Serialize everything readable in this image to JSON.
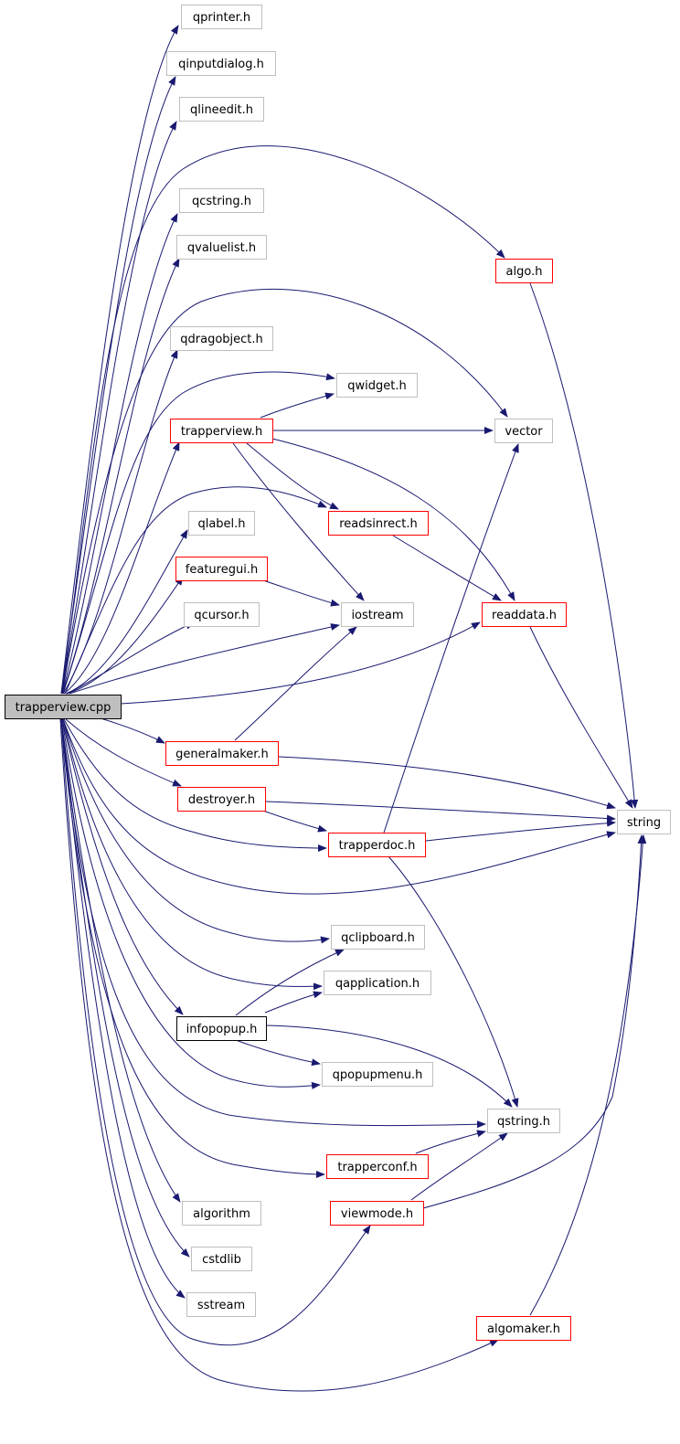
{
  "graph": {
    "colors": {
      "edge": "#191970",
      "border_plain": "#bfbfbf",
      "border_red": "#ff0000",
      "border_black": "#000000",
      "root_fill": "#bfbfbf",
      "fill": "#ffffff"
    },
    "nodes": [
      {
        "id": "trapperview_cpp",
        "label": "trapperview.cpp",
        "style": "root"
      },
      {
        "id": "qprinter",
        "label": "qprinter.h",
        "style": "plain"
      },
      {
        "id": "qinputdialog",
        "label": "qinputdialog.h",
        "style": "plain"
      },
      {
        "id": "qlineedit",
        "label": "qlineedit.h",
        "style": "plain"
      },
      {
        "id": "qcstring",
        "label": "qcstring.h",
        "style": "plain"
      },
      {
        "id": "qvaluelist",
        "label": "qvaluelist.h",
        "style": "plain"
      },
      {
        "id": "qdragobject",
        "label": "qdragobject.h",
        "style": "plain"
      },
      {
        "id": "qwidget",
        "label": "qwidget.h",
        "style": "plain"
      },
      {
        "id": "algo",
        "label": "algo.h",
        "style": "red"
      },
      {
        "id": "trapperview_h",
        "label": "trapperview.h",
        "style": "red"
      },
      {
        "id": "vector",
        "label": "vector",
        "style": "plain"
      },
      {
        "id": "qlabel",
        "label": "qlabel.h",
        "style": "plain"
      },
      {
        "id": "readsinrect",
        "label": "readsinrect.h",
        "style": "red"
      },
      {
        "id": "featuregui",
        "label": "featuregui.h",
        "style": "red"
      },
      {
        "id": "qcursor",
        "label": "qcursor.h",
        "style": "plain"
      },
      {
        "id": "iostream",
        "label": "iostream",
        "style": "plain"
      },
      {
        "id": "readdata",
        "label": "readdata.h",
        "style": "red"
      },
      {
        "id": "generalmaker",
        "label": "generalmaker.h",
        "style": "red"
      },
      {
        "id": "destroyer",
        "label": "destroyer.h",
        "style": "red"
      },
      {
        "id": "string",
        "label": "string",
        "style": "plain"
      },
      {
        "id": "trapperdoc",
        "label": "trapperdoc.h",
        "style": "red"
      },
      {
        "id": "qclipboard",
        "label": "qclipboard.h",
        "style": "plain"
      },
      {
        "id": "qapplication",
        "label": "qapplication.h",
        "style": "plain"
      },
      {
        "id": "infopopup",
        "label": "infopopup.h",
        "style": "black"
      },
      {
        "id": "qpopupmenu",
        "label": "qpopupmenu.h",
        "style": "plain"
      },
      {
        "id": "qstring",
        "label": "qstring.h",
        "style": "plain"
      },
      {
        "id": "trapperconf",
        "label": "trapperconf.h",
        "style": "red"
      },
      {
        "id": "algorithm",
        "label": "algorithm",
        "style": "plain"
      },
      {
        "id": "viewmode",
        "label": "viewmode.h",
        "style": "red"
      },
      {
        "id": "cstdlib",
        "label": "cstdlib",
        "style": "plain"
      },
      {
        "id": "sstream",
        "label": "sstream",
        "style": "plain"
      },
      {
        "id": "algomaker",
        "label": "algomaker.h",
        "style": "red"
      }
    ],
    "edges": [
      {
        "from": "trapperview_cpp",
        "to": "qprinter"
      },
      {
        "from": "trapperview_cpp",
        "to": "qinputdialog"
      },
      {
        "from": "trapperview_cpp",
        "to": "qlineedit"
      },
      {
        "from": "trapperview_cpp",
        "to": "algo"
      },
      {
        "from": "trapperview_cpp",
        "to": "qcstring"
      },
      {
        "from": "trapperview_cpp",
        "to": "qvaluelist"
      },
      {
        "from": "trapperview_cpp",
        "to": "vector"
      },
      {
        "from": "trapperview_cpp",
        "to": "qdragobject"
      },
      {
        "from": "trapperview_cpp",
        "to": "qwidget"
      },
      {
        "from": "trapperview_cpp",
        "to": "trapperview_h"
      },
      {
        "from": "trapperview_cpp",
        "to": "readsinrect"
      },
      {
        "from": "trapperview_cpp",
        "to": "qlabel"
      },
      {
        "from": "trapperview_cpp",
        "to": "featuregui"
      },
      {
        "from": "trapperview_cpp",
        "to": "qcursor"
      },
      {
        "from": "trapperview_cpp",
        "to": "iostream"
      },
      {
        "from": "trapperview_cpp",
        "to": "readdata"
      },
      {
        "from": "trapperview_cpp",
        "to": "generalmaker"
      },
      {
        "from": "trapperview_cpp",
        "to": "destroyer"
      },
      {
        "from": "trapperview_cpp",
        "to": "trapperdoc"
      },
      {
        "from": "trapperview_cpp",
        "to": "string"
      },
      {
        "from": "trapperview_cpp",
        "to": "qclipboard"
      },
      {
        "from": "trapperview_cpp",
        "to": "qapplication"
      },
      {
        "from": "trapperview_cpp",
        "to": "infopopup"
      },
      {
        "from": "trapperview_cpp",
        "to": "qpopupmenu"
      },
      {
        "from": "trapperview_cpp",
        "to": "qstring"
      },
      {
        "from": "trapperview_cpp",
        "to": "trapperconf"
      },
      {
        "from": "trapperview_cpp",
        "to": "algorithm"
      },
      {
        "from": "trapperview_cpp",
        "to": "viewmode"
      },
      {
        "from": "trapperview_cpp",
        "to": "cstdlib"
      },
      {
        "from": "trapperview_cpp",
        "to": "sstream"
      },
      {
        "from": "trapperview_cpp",
        "to": "algomaker"
      },
      {
        "from": "algo",
        "to": "string"
      },
      {
        "from": "trapperview_h",
        "to": "qwidget"
      },
      {
        "from": "trapperview_h",
        "to": "vector"
      },
      {
        "from": "trapperview_h",
        "to": "readsinrect"
      },
      {
        "from": "trapperview_h",
        "to": "iostream"
      },
      {
        "from": "trapperview_h",
        "to": "readdata"
      },
      {
        "from": "readsinrect",
        "to": "readdata"
      },
      {
        "from": "featuregui",
        "to": "iostream"
      },
      {
        "from": "readdata",
        "to": "string"
      },
      {
        "from": "generalmaker",
        "to": "iostream"
      },
      {
        "from": "generalmaker",
        "to": "string"
      },
      {
        "from": "destroyer",
        "to": "string"
      },
      {
        "from": "destroyer",
        "to": "trapperdoc"
      },
      {
        "from": "trapperdoc",
        "to": "string"
      },
      {
        "from": "trapperdoc",
        "to": "vector"
      },
      {
        "from": "trapperdoc",
        "to": "qstring"
      },
      {
        "from": "infopopup",
        "to": "qclipboard"
      },
      {
        "from": "infopopup",
        "to": "qapplication"
      },
      {
        "from": "infopopup",
        "to": "qpopupmenu"
      },
      {
        "from": "infopopup",
        "to": "qstring"
      },
      {
        "from": "trapperconf",
        "to": "qstring"
      },
      {
        "from": "viewmode",
        "to": "qstring"
      },
      {
        "from": "viewmode",
        "to": "string"
      },
      {
        "from": "algomaker",
        "to": "string"
      }
    ]
  }
}
